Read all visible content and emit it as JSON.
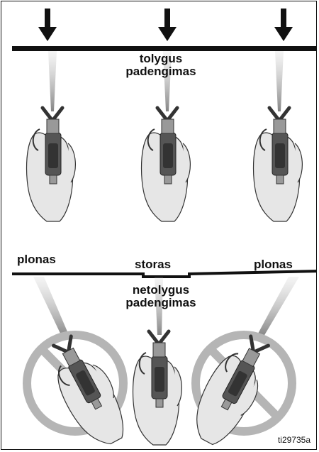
{
  "top_label": {
    "line1": "tolygus",
    "line2": "padengimas"
  },
  "bottom_label": {
    "line1": "netolygus",
    "line2": "padengimas"
  },
  "thickness_labels": {
    "left": "plonas",
    "center": "storas",
    "right": "plonas"
  },
  "figure_id": "ti29735a",
  "icons": [
    "down-arrow-icon",
    "spray-gun-icon",
    "prohibited-icon"
  ],
  "colors": {
    "ink": "#111111",
    "hand_fill": "#e6e6e6",
    "prohibit_ring": "#b5b5b5"
  }
}
